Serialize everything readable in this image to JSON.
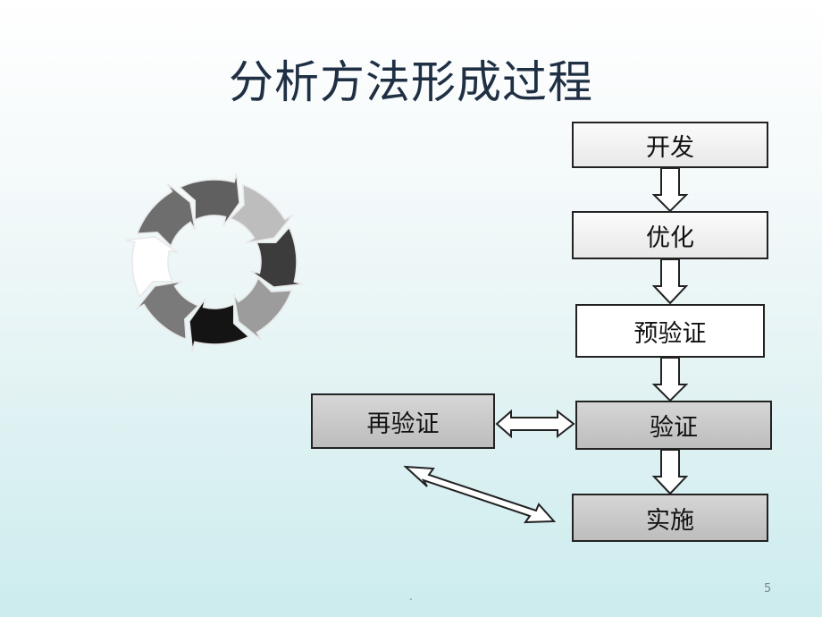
{
  "slide": {
    "title": "分析方法形成过程",
    "page_number": "5",
    "footer_dot": "."
  },
  "flow": {
    "develop": "开发",
    "optimize": "优化",
    "pre_validate": "预验证",
    "validate": "验证",
    "implement": "实施",
    "revalidate": "再验证"
  },
  "cycle": {
    "segment_count": 8
  }
}
